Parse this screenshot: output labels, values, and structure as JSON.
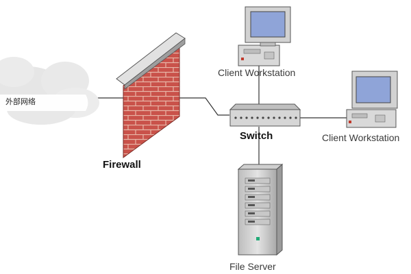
{
  "external_network": {
    "label": "外部网络"
  },
  "firewall": {
    "label": "Firewall"
  },
  "switch": {
    "label": "Switch"
  },
  "workstations": [
    {
      "label": "Client Workstation"
    },
    {
      "label": "Client Workstation"
    }
  ],
  "file_server": {
    "label": "File Server"
  },
  "colors": {
    "brick": "#c9524a",
    "mortar": "#e8b7a8",
    "cap": "#d8d8d8",
    "link": "#333333",
    "monitor_screen": "#8fa4d8",
    "device_body": "#d9d9d9"
  }
}
